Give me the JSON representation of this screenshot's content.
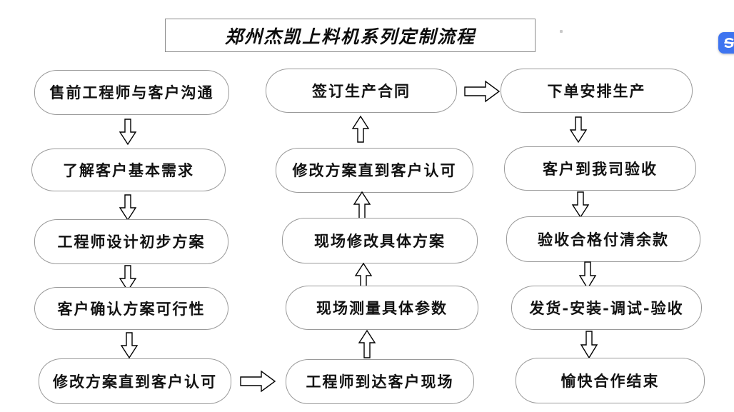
{
  "title": {
    "text": "郑州杰凯上料机系列定制流程"
  },
  "watermark": {
    "icon": "sogou-s-badge-icon",
    "color": "#3e74f0"
  },
  "theme": {
    "background": "#ffffff",
    "box_border": "#9a9a9a",
    "title_border": "#8a8a8a",
    "text_color": "#121212",
    "arrow_fill": "#ffffff",
    "arrow_stroke": "#000000"
  },
  "columns": [
    {
      "id": "column-1",
      "direction": "down",
      "nodes": [
        {
          "label": "售前工程师与客户沟通"
        },
        {
          "label": "了解客户基本需求"
        },
        {
          "label": "工程师设计初步方案"
        },
        {
          "label": "客户确认方案可行性"
        },
        {
          "label": "修改方案直到客户认可"
        }
      ]
    },
    {
      "id": "column-2",
      "direction": "up",
      "nodes": [
        {
          "label": "签订生产合同"
        },
        {
          "label": "修改方案直到客户认可"
        },
        {
          "label": "现场修改具体方案"
        },
        {
          "label": "现场测量具体参数"
        },
        {
          "label": "工程师到达客户现场"
        }
      ]
    },
    {
      "id": "column-3",
      "direction": "down",
      "nodes": [
        {
          "label": "下单安排生产"
        },
        {
          "label": "客户到我司验收"
        },
        {
          "label": "验收合格付清余款"
        },
        {
          "label": "发货-安装-调试-验收"
        },
        {
          "label": "愉快合作结束"
        }
      ]
    }
  ],
  "connectors": [
    {
      "id": "c1-a1",
      "direction": "down"
    },
    {
      "id": "c1-a2",
      "direction": "down"
    },
    {
      "id": "c1-a3",
      "direction": "down"
    },
    {
      "id": "c1-a4",
      "direction": "down"
    },
    {
      "id": "c1-to-c2",
      "direction": "right"
    },
    {
      "id": "c2-a1",
      "direction": "up"
    },
    {
      "id": "c2-a2",
      "direction": "up"
    },
    {
      "id": "c2-a3",
      "direction": "up"
    },
    {
      "id": "c2-a4",
      "direction": "up"
    },
    {
      "id": "c2-to-c3",
      "direction": "right"
    },
    {
      "id": "c3-a1",
      "direction": "down"
    },
    {
      "id": "c3-a2",
      "direction": "down"
    },
    {
      "id": "c3-a3",
      "direction": "down"
    },
    {
      "id": "c3-a4",
      "direction": "down"
    }
  ]
}
